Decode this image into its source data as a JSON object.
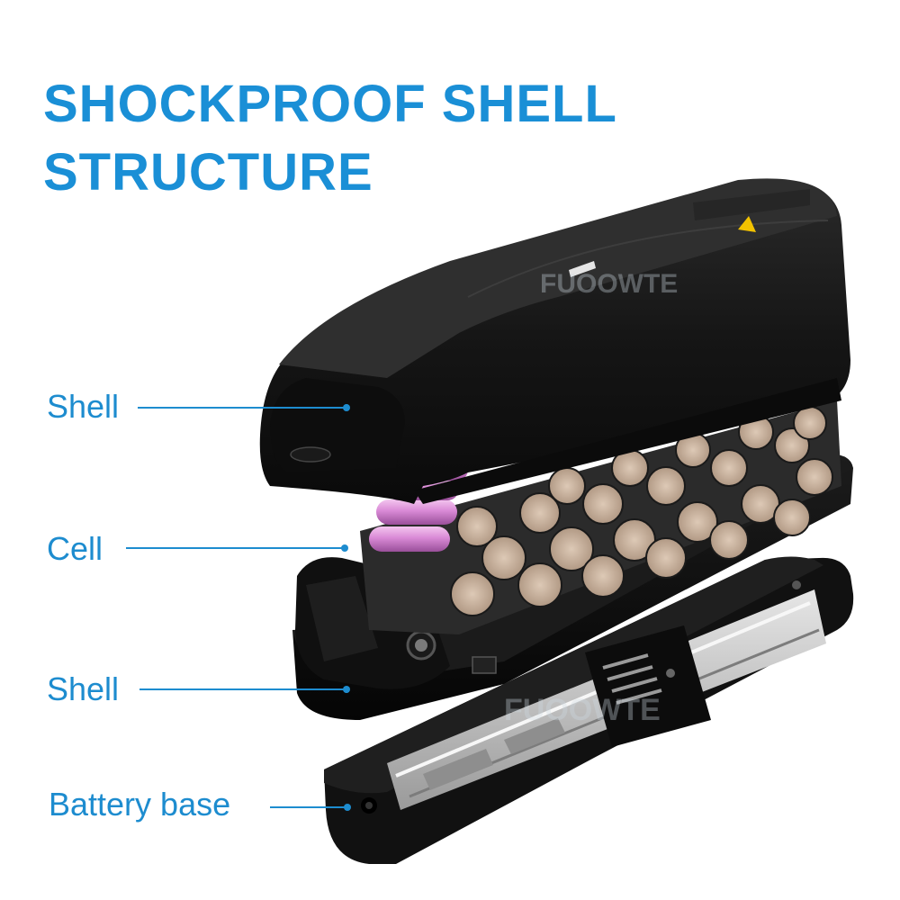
{
  "headline": {
    "line1": "SHOCKPROOF SHELL",
    "line2": "STRUCTURE"
  },
  "callouts": {
    "shell_top": "Shell",
    "cell": "Cell",
    "shell_bottom": "Shell",
    "battery_base": "Battery base"
  },
  "watermark": "FUOOWTE",
  "colors": {
    "accent": "#1a8fd6",
    "shell": "#141414",
    "cell": "#d98ad6",
    "nickel_strip": "#c9b3a0",
    "rail": "#c8c8c8"
  }
}
